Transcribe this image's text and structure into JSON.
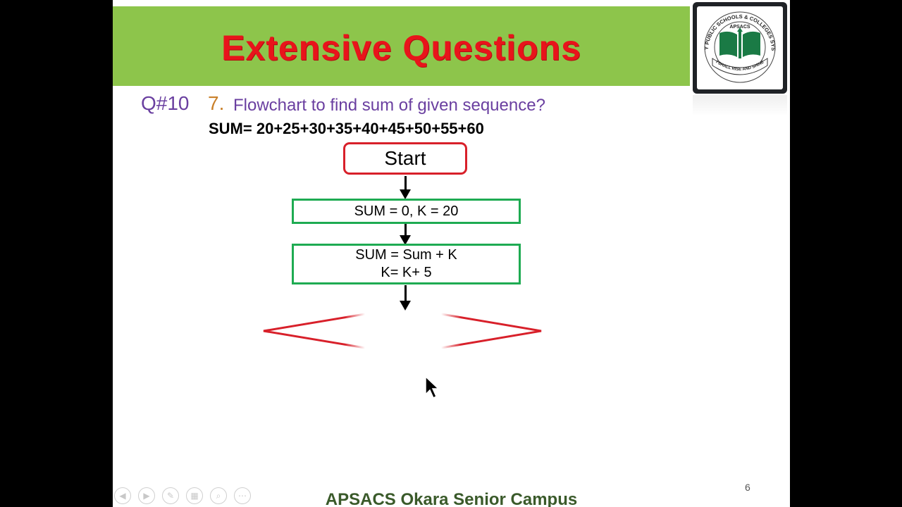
{
  "banner": {
    "title": "Extensive Questions"
  },
  "logo": {
    "ring_text": "ARMY PUBLIC SCHOOLS & COLLEGES SYSTEM",
    "acronym": "APSACS",
    "motto": "I SHALL RISE AND SHINE"
  },
  "question": {
    "number": "Q#10",
    "index": "7.",
    "text": "Flowchart to find sum of given sequence?",
    "sequence": "SUM= 20+25+30+35+40+45+50+55+60"
  },
  "flowchart": {
    "start_label": "Start",
    "init_label": "SUM = 0, K = 20",
    "update_line1": "SUM = Sum + K",
    "update_line2": "K= K+ 5"
  },
  "slide": {
    "page_number": "6",
    "footer": "APSACS Okara Senior Campus"
  },
  "nav": {
    "prev_icon": "◀",
    "next_icon": "▶",
    "pen_icon": "✎",
    "slides_icon": "▦",
    "zoom_icon": "⌕",
    "more_icon": "⋯"
  },
  "colors": {
    "banner_bg": "#8dc54b",
    "title_red": "#e8141b",
    "question_purple": "#6a3fa0",
    "index_orange": "#c9802a",
    "start_border": "#d8202a",
    "process_border": "#1eab52",
    "footer_green": "#3a5a2a"
  }
}
